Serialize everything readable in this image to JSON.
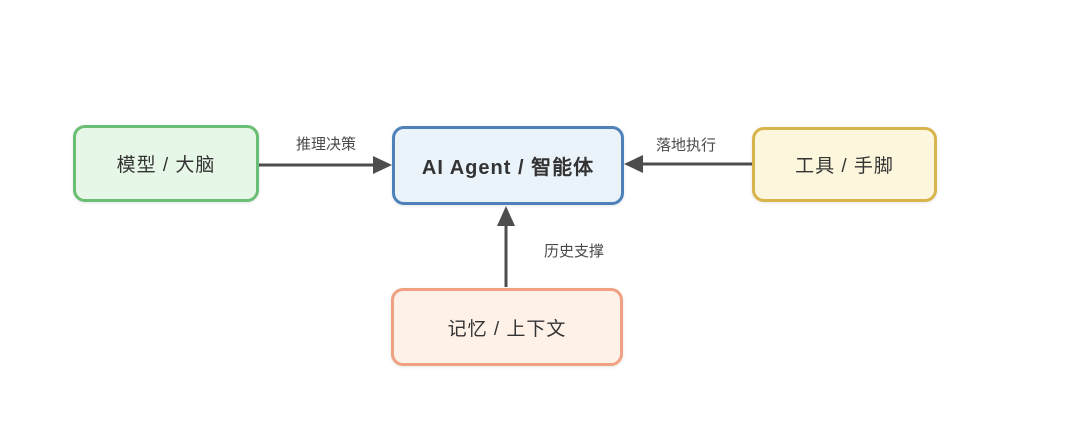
{
  "canvas": {
    "background": "#ffffff"
  },
  "colors": {
    "arrow": "#4d4d4d",
    "edge_label_text": "#4a4a4a",
    "node_text": "#333333"
  },
  "nodes": [
    {
      "id": "model",
      "label": "模型 / 大脑",
      "border": "#6abe73",
      "fill": "#e7f7e7"
    },
    {
      "id": "agent",
      "label": "AI Agent / 智能体",
      "border": "#4e80b9",
      "fill": "#eaf2fa"
    },
    {
      "id": "tools",
      "label": "工具 / 手脚",
      "border": "#d8b44d",
      "fill": "#fcf7dc"
    },
    {
      "id": "memory",
      "label": "记忆 / 上下文",
      "border": "#f0a182",
      "fill": "#fdf1e8"
    }
  ],
  "edges": [
    {
      "id": "reasoning",
      "label": "推理决策",
      "from": "model",
      "to": "agent",
      "direction": "left-to-right"
    },
    {
      "id": "execution",
      "label": "落地执行",
      "from": "tools",
      "to": "agent",
      "direction": "right-to-left"
    },
    {
      "id": "history",
      "label": "历史支撑",
      "from": "memory",
      "to": "agent",
      "direction": "bottom-to-top"
    }
  ]
}
